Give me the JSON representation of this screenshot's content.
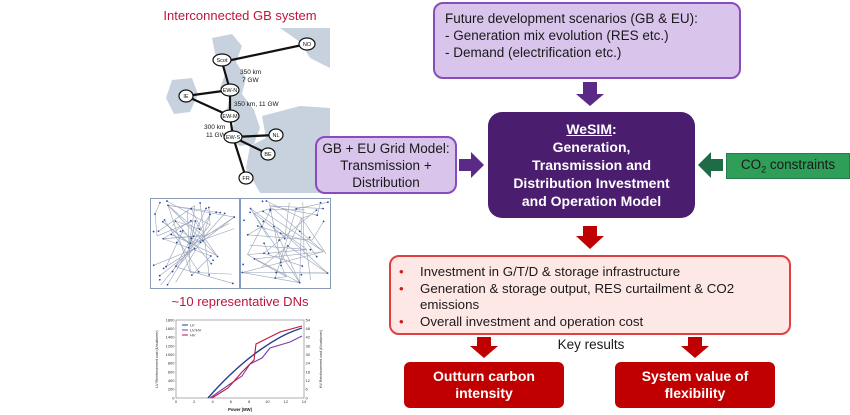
{
  "left": {
    "title": "Interconnected GB system",
    "map_nodes": [
      "Scot",
      "IE",
      "EW-N",
      "EW-M",
      "EW-S",
      "NL",
      "BE",
      "FR",
      "NO"
    ],
    "map_labels": [
      "350 km",
      "7 GW",
      "350 km, 11 GW",
      "300 km",
      "11 GW"
    ],
    "dn_caption": "~10 representative DNs"
  },
  "scenarios": {
    "title": "Future development scenarios (GB & EU):",
    "items": [
      "- Generation mix evolution (RES etc.)",
      "- Demand (electrification etc.)"
    ]
  },
  "grid_model": {
    "line1": "GB + EU Grid Model:",
    "line2": "Transmission +",
    "line3": "Distribution"
  },
  "wesim": {
    "name": "WeSIM",
    "suffix": ":",
    "line1": "Generation,",
    "line2": "Transmission and",
    "line3": "Distribution Investment",
    "line4": "and Operation Model"
  },
  "co2": {
    "main": "CO",
    "sub": "2",
    "rest": " constraints"
  },
  "results": {
    "items": [
      "Investment in G/T/D & storage infrastructure",
      "Generation & storage output, RES curtailment & CO2 emissions",
      "Overall investment and operation cost"
    ],
    "key_label": "Key results"
  },
  "outputs": {
    "carbon_l1": "Outturn carbon",
    "carbon_l2": "intensity",
    "flex_l1": "System value of",
    "flex_l2": "flexibility"
  },
  "plot": {
    "xlabel": "Power (MW)",
    "ylabel_left": "LV Reinforcement cost (£/customer)",
    "ylabel_right": "HV Reinforcement cost (£/customer)",
    "legend": [
      "LV",
      "LV/HV",
      "HV"
    ],
    "y_ticks_left": [
      "1800",
      "1600",
      "1400",
      "1200",
      "1000",
      "800",
      "600",
      "400",
      "200",
      "0"
    ],
    "y_ticks_right": [
      "54",
      "48",
      "42",
      "36",
      "30",
      "24",
      "18",
      "12",
      "6",
      "0"
    ],
    "x_ticks": [
      "0",
      "2",
      "4",
      "6",
      "8",
      "10",
      "12",
      "14"
    ]
  },
  "colors": {
    "purple_box": "#d9c4ec",
    "purple_border": "#8a4bbd",
    "wesim_bg": "#4a1d6e",
    "arrow_purple": "#5b2a86",
    "co2_green": "#2e9e58",
    "arrow_green": "#1f6b45",
    "red": "#c00000",
    "result_bg": "#fde8e6"
  }
}
